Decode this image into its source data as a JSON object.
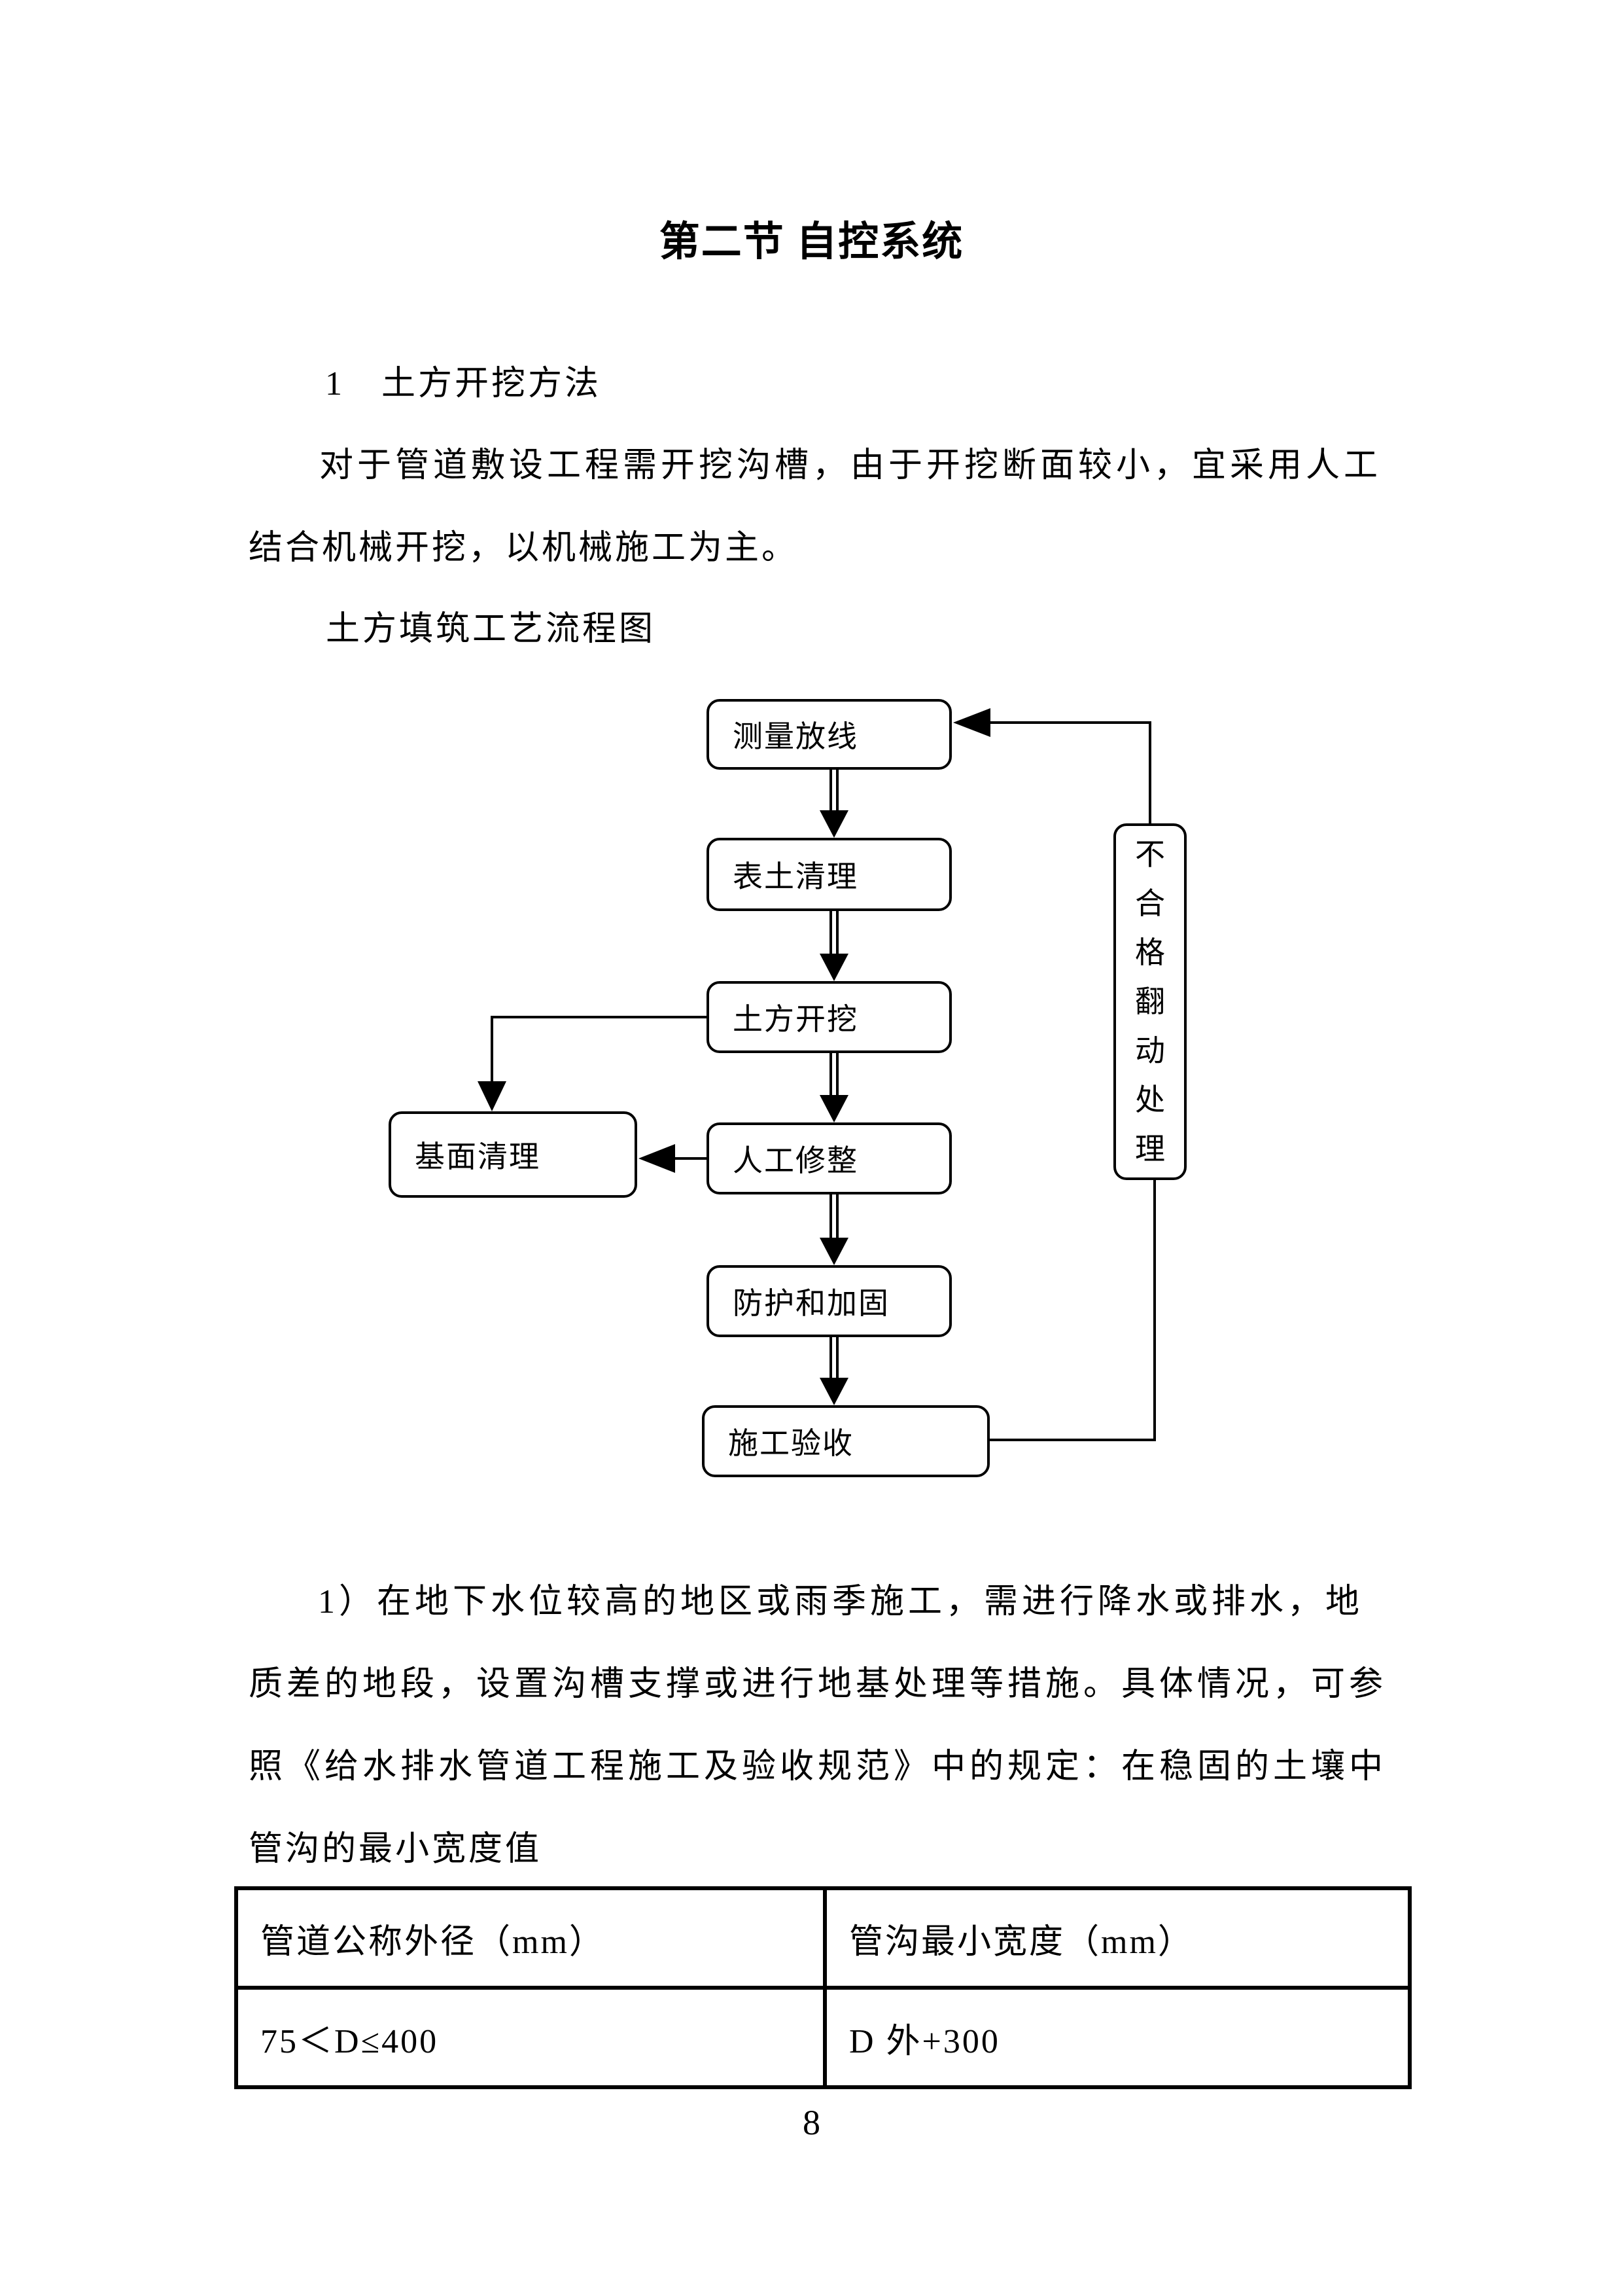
{
  "document": {
    "title": "第二节 自控系统",
    "page_number": "8"
  },
  "body": {
    "heading": "1　土方开挖方法",
    "para1_line1": "对于管道敷设工程需开挖沟槽，由于开挖断面较小，宜采用人工",
    "para1_line2": "结合机械开挖，以机械施工为主。",
    "flowchart_caption": "土方填筑工艺流程图",
    "para2_line1": "1）在地下水位较高的地区或雨季施工，需进行降水或排水，地",
    "para2_line2": "质差的地段，设置沟槽支撑或进行地基处理等措施。具体情况，可参",
    "para2_line3": "照《给水排水管道工程施工及验收规范》中的规定：在稳固的土壤中",
    "para2_line4": "管沟的最小宽度值"
  },
  "flowchart": {
    "boxes": [
      {
        "label": "测量放线"
      },
      {
        "label": "表土清理"
      },
      {
        "label": "土方开挖"
      },
      {
        "label": "人工修整"
      },
      {
        "label": "防护和加固"
      },
      {
        "label": "施工验收"
      },
      {
        "label": "基面清理"
      },
      {
        "label": "不合格翻动处理"
      }
    ]
  },
  "table": {
    "headers": [
      "管道公称外径（mm）",
      "管沟最小宽度（mm）"
    ],
    "rows": [
      [
        "75＜D≤400",
        "D 外+300"
      ]
    ]
  }
}
